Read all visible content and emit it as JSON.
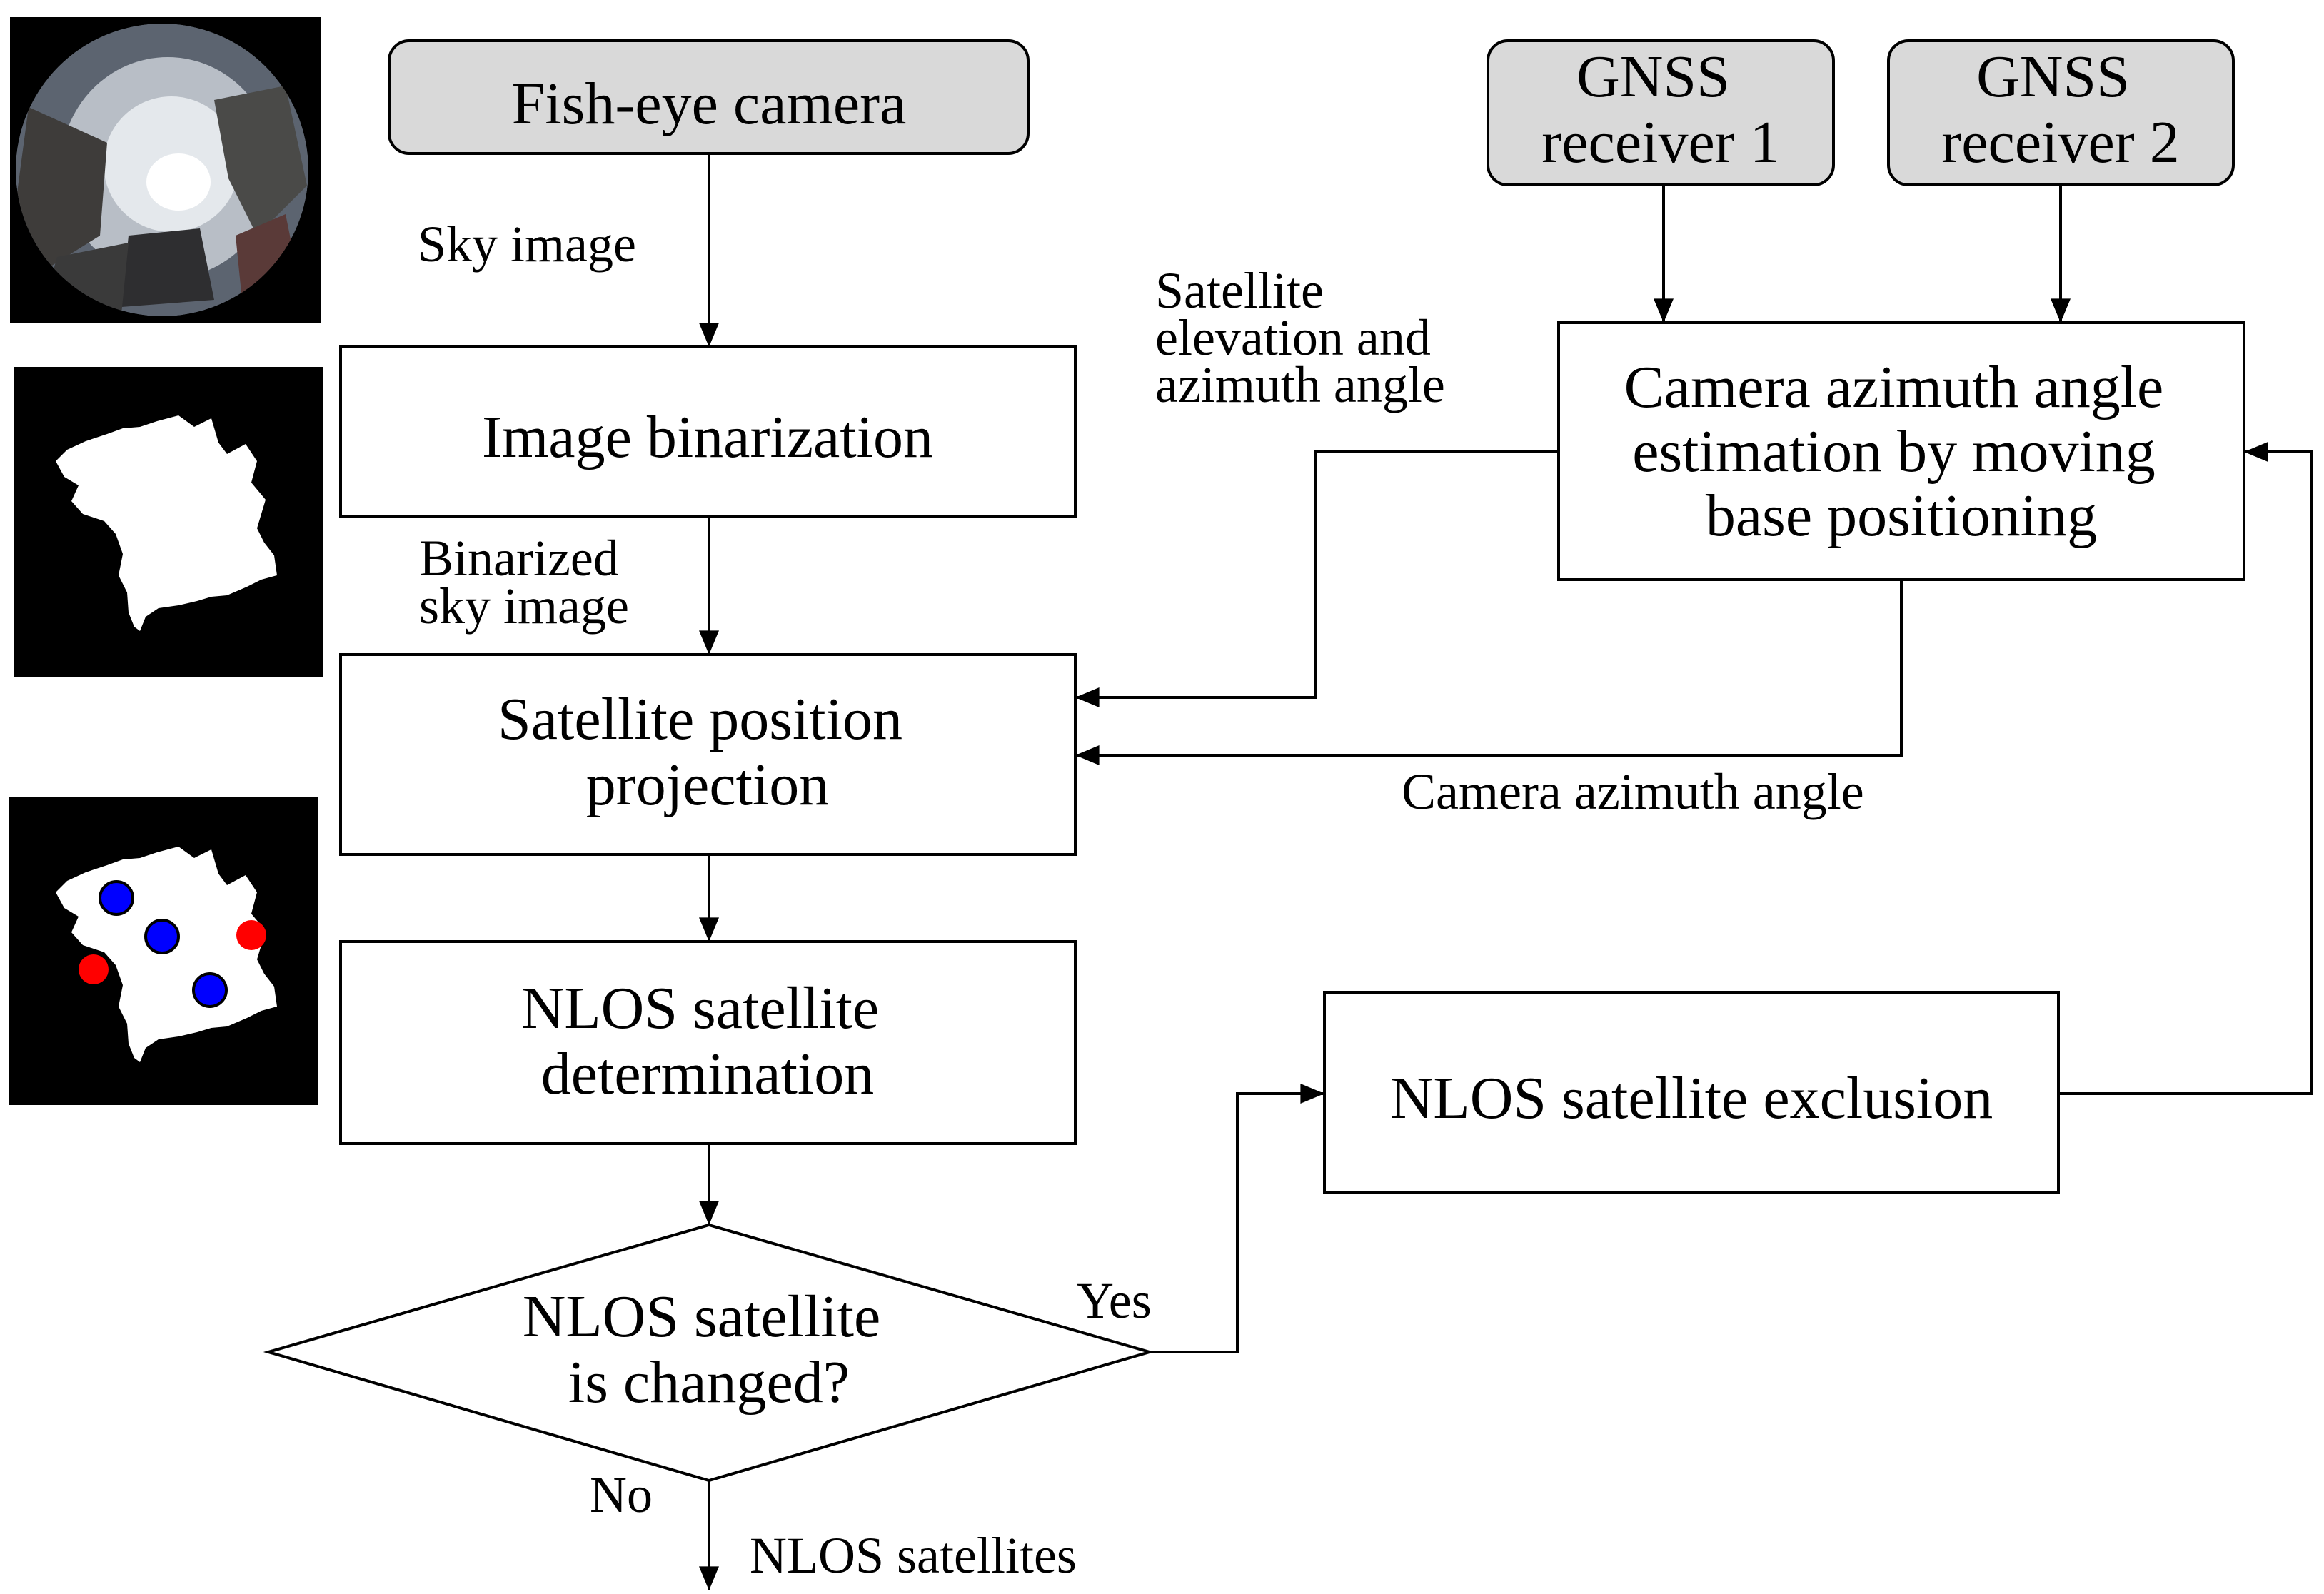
{
  "boxes": {
    "fisheye": "Fish-eye camera",
    "gnss1": [
      "GNSS",
      "receiver 1"
    ],
    "gnss2": [
      "GNSS",
      "receiver 2"
    ],
    "binarization": "Image binarization",
    "azimuth_estimation": [
      "Camera azimuth angle",
      "estimation by moving",
      "base positioning"
    ],
    "projection": [
      "Satellite position",
      "projection"
    ],
    "determination": [
      "NLOS satellite",
      "determination"
    ],
    "decision": [
      "NLOS satellite",
      "is changed?"
    ],
    "exclusion": "NLOS satellite exclusion"
  },
  "labels": {
    "sky_image": "Sky image",
    "binarized": [
      "Binarized",
      "sky image"
    ],
    "elev_azim": [
      "Satellite",
      "elevation and",
      "azimuth angle"
    ],
    "camera_azimuth": "Camera azimuth angle",
    "yes": "Yes",
    "no": "No",
    "output": "NLOS satellites"
  },
  "colors": {
    "visible_satellite": "#0000ff",
    "nlos_satellite": "#ff0000",
    "camera_box_fill": "#d9d9d9"
  }
}
